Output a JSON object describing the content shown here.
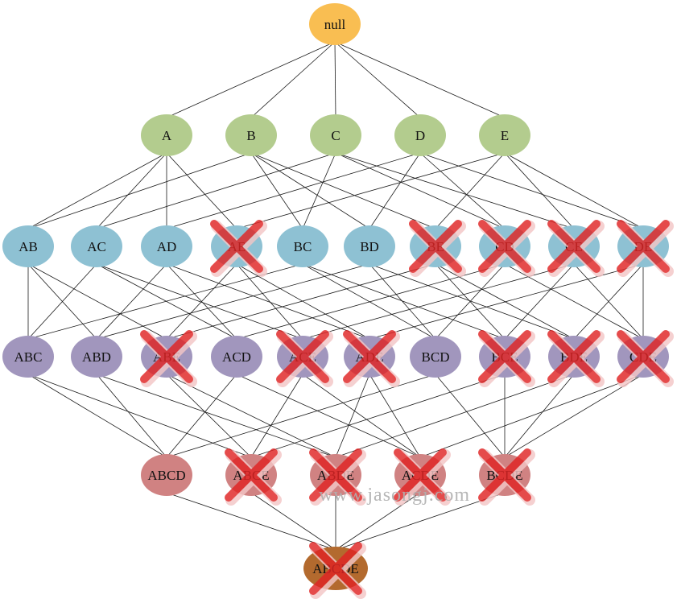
{
  "colors": {
    "root": "#f9be52",
    "level1": "#b3cc8e",
    "level2": "#8ec1d3",
    "level3": "#a196bd",
    "level4": "#d08282",
    "level5": "#b36a2e",
    "cross": "#e02424"
  },
  "watermark": "www.jasongj.com",
  "cross_icon": "red-x-pruned-icon",
  "levels": [
    [
      {
        "label": "null",
        "pruned": false
      }
    ],
    [
      {
        "label": "A",
        "pruned": false
      },
      {
        "label": "B",
        "pruned": false
      },
      {
        "label": "C",
        "pruned": false
      },
      {
        "label": "D",
        "pruned": false
      },
      {
        "label": "E",
        "pruned": false
      }
    ],
    [
      {
        "label": "AB",
        "pruned": false
      },
      {
        "label": "AC",
        "pruned": false
      },
      {
        "label": "AD",
        "pruned": false
      },
      {
        "label": "AE",
        "pruned": true
      },
      {
        "label": "BC",
        "pruned": false
      },
      {
        "label": "BD",
        "pruned": false
      },
      {
        "label": "BE",
        "pruned": true
      },
      {
        "label": "CD",
        "pruned": true
      },
      {
        "label": "CE",
        "pruned": true
      },
      {
        "label": "DE",
        "pruned": true
      }
    ],
    [
      {
        "label": "ABC",
        "pruned": false
      },
      {
        "label": "ABD",
        "pruned": false
      },
      {
        "label": "ABE",
        "pruned": true
      },
      {
        "label": "ACD",
        "pruned": false
      },
      {
        "label": "ACE",
        "pruned": true
      },
      {
        "label": "ADE",
        "pruned": true
      },
      {
        "label": "BCD",
        "pruned": false
      },
      {
        "label": "BCE",
        "pruned": true
      },
      {
        "label": "BDE",
        "pruned": true
      },
      {
        "label": "CDE",
        "pruned": true
      }
    ],
    [
      {
        "label": "ABCD",
        "pruned": false
      },
      {
        "label": "ABCE",
        "pruned": true
      },
      {
        "label": "ABDE",
        "pruned": true
      },
      {
        "label": "ACDE",
        "pruned": true
      },
      {
        "label": "BCDE",
        "pruned": true
      }
    ],
    [
      {
        "label": "ABCDE",
        "pruned": true
      }
    ]
  ]
}
